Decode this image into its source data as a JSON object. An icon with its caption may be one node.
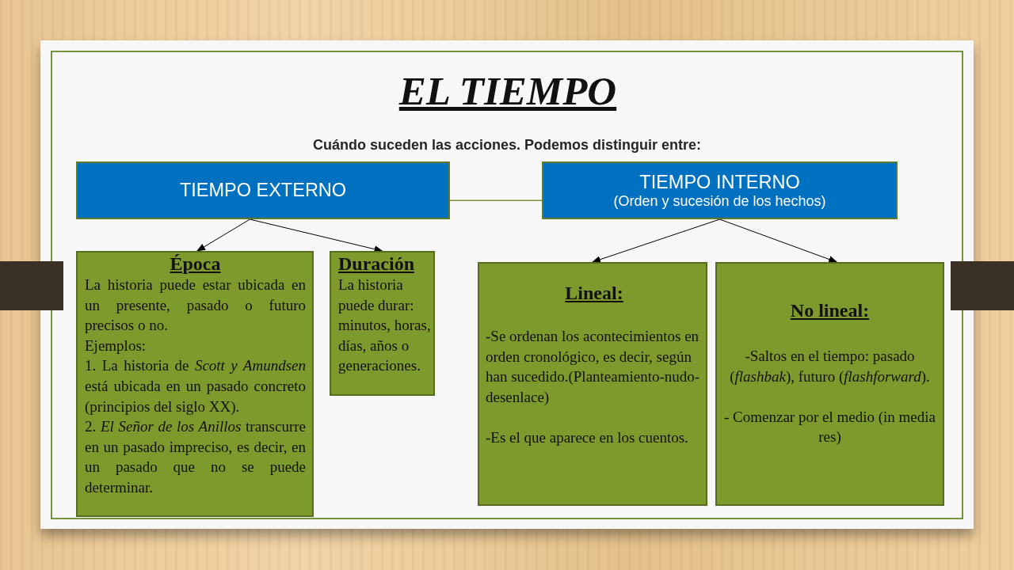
{
  "diagram": {
    "title": "EL TIEMPO",
    "nodes": [
      {
        "text": [
          "TIEMPO EXTERNO"
        ]
      },
      {
        "text": [
          "TIEMPO INTERNO",
          "(Orden y sucesión de los hechos)"
        ]
      },
      {
        "text": [
          "Época",
          "La historia puede estar ubicada en un presente, pasado o futuro precisos o no.",
          "Ejemplos:",
          "1. La historia de *Scott y Amundsen* está ubicada en un pasado concreto (principios del siglo XX).",
          "2. *El Señor de los Anillos* transcurre en un pasado impreciso, es decir, en un pasado que no se puede determinar."
        ]
      },
      {
        "text": [
          "Duración",
          "La historia puede durar: minutos, horas, días, años o generaciones."
        ]
      },
      {
        "text": [
          "Lineal:",
          "-Se ordenan los acontecimientos en orden cronológico, es decir, según han sucedido.(Planteamiento-nudo-desenlace)",
          "-Es el que aparece en los cuentos."
        ]
      },
      {
        "text": [
          "No lineal:",
          "-Saltos en el tiempo: pasado (*flashbak*), futuro (*flashforward*).",
          "- Comenzar por el medio (in media res)"
        ]
      }
    ],
    "edges": [
      {
        "from": 0,
        "to": 1,
        "arrow": "none",
        "color": "#77933c"
      },
      {
        "from": 0,
        "to": 2,
        "arrow": "to"
      },
      {
        "from": 0,
        "to": 3,
        "arrow": "to"
      },
      {
        "from": 1,
        "to": 4,
        "arrow": "to"
      },
      {
        "from": 1,
        "to": 5,
        "arrow": "to"
      }
    ],
    "labels": [
      "Cuándo suceden las acciones. Podemos distinguir entre:"
    ]
  }
}
